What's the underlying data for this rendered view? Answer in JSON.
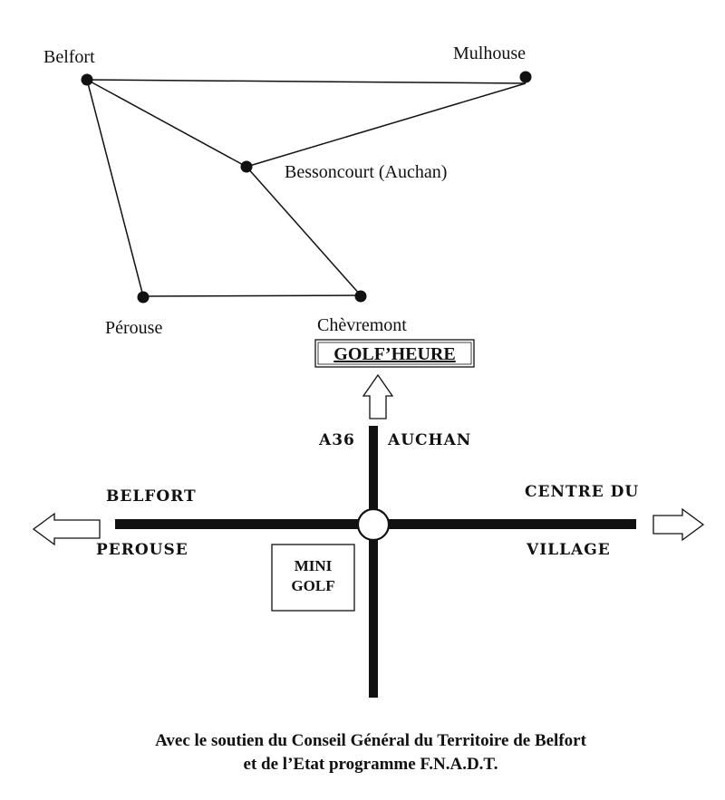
{
  "top_map": {
    "places": {
      "belfort": "Belfort",
      "mulhouse": "Mulhouse",
      "bessoncourt": "Bessoncourt (Auchan)",
      "perouse": "Pérouse",
      "chevremont": "Chèvremont"
    }
  },
  "golf_label": "GOLF’HEURE",
  "road_map": {
    "north_left": "A36",
    "north_right": "AUCHAN",
    "west_top": "BELFORT",
    "west_bottom": "PEROUSE",
    "east_top": "CENTRE DU",
    "east_bottom": "VILLAGE",
    "minigolf_line1": "MINI",
    "minigolf_line2": "GOLF"
  },
  "footer": {
    "line1": "Avec le soutien du Conseil Général du Territoire de Belfort",
    "line2": "et de l’Etat programme F.N.A.D.T."
  },
  "colors": {
    "ink": "#111111",
    "paper": "#ffffff"
  }
}
